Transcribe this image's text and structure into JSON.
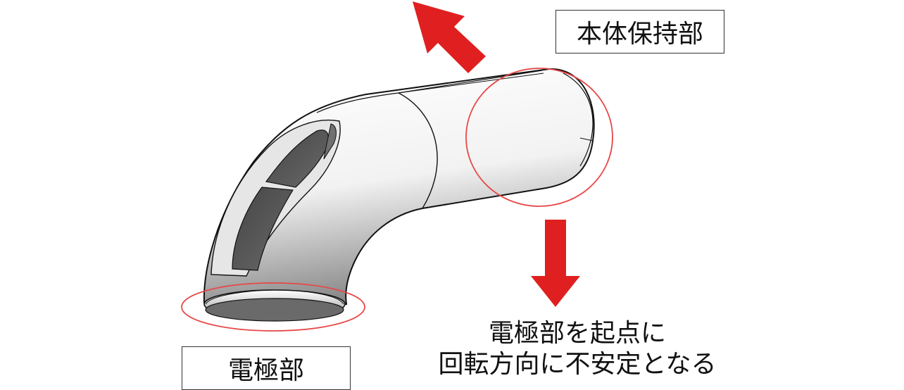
{
  "labels": {
    "body_holder": "本体保持部",
    "electrode": "電極部"
  },
  "caption": {
    "line1": "電極部を起点に",
    "line2": "回転方向に不安定となる"
  },
  "colors": {
    "arrow": "#e02020",
    "circle": "#e84848",
    "device_fill": "#ffffff",
    "device_shadow": "#888888",
    "window": "#555555",
    "outline": "#111111"
  }
}
